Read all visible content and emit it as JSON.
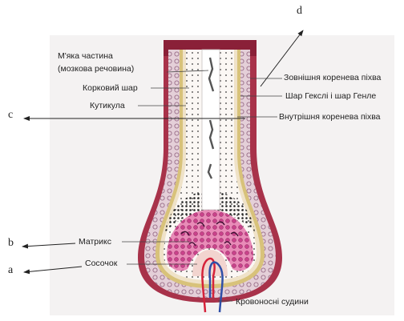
{
  "labels_left": {
    "soft_part_1": "М'яка частина",
    "soft_part_2": "(мозкова речовина)",
    "cortex": "Корковий шар",
    "cuticle": "Кутикула",
    "matrix": "Матрикс",
    "papilla": "Сосочок"
  },
  "labels_right": {
    "outer_sheath": "Зовнішня коренева піхва",
    "henle_layer": "Шар Гекслі і шар Генле",
    "inner_sheath": "Внутрішня коренева піхва",
    "vessels": "Кровоносні судини"
  },
  "letters": {
    "a": "a",
    "b": "b",
    "c": "c",
    "d": "d"
  },
  "colors": {
    "background_panel": "#f4f2f2",
    "dermis": "#a8324a",
    "outer_sheath": "#e4cfd8",
    "sheath_cells": "#8a5a78",
    "yellow_layer": "#d8c27a",
    "matrix": "#d9549a",
    "shaft": "#ffffff",
    "artery": "#d6223a",
    "vein": "#2f4fa8"
  }
}
